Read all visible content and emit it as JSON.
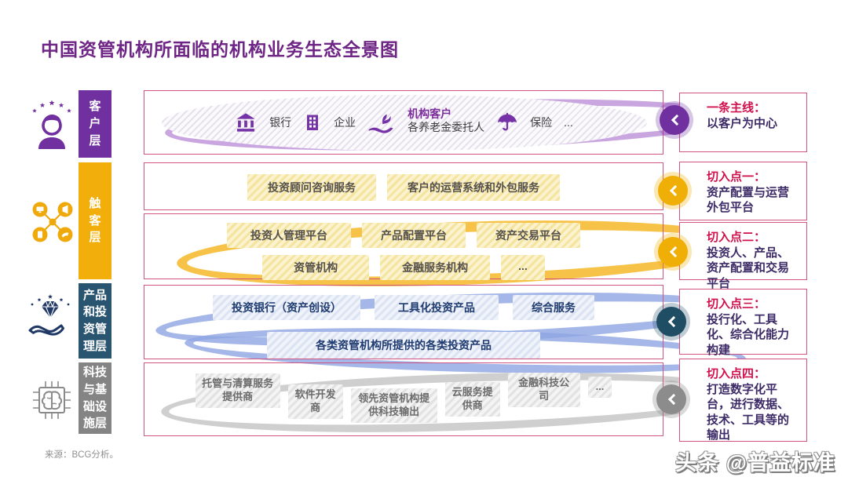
{
  "title": "中国资管机构所面临的机构业务生态全景图",
  "source": "来源：BCG分析。",
  "watermark": "头条 @普益标准",
  "colors": {
    "title_purple": "#6E2585",
    "pink_border": "#D25480",
    "layer_customer": "#7030A0",
    "layer_touch": "#F2AF0B",
    "layer_product": "#2A5570",
    "layer_tech": "#848484",
    "annotation_title_red": "#D0104C",
    "annotation_body_purple": "#3D2B67",
    "swoosh_purple": "#C9A6DF",
    "swoosh_gold": "#F6C348",
    "swoosh_blue": "#8FA5E2",
    "swoosh_gray": "#CFCFCF"
  },
  "icons": {
    "layer1": "customer-stars-icon",
    "layer2": "network-touchpoints-icon",
    "layer3": "hand-diamond-icon",
    "layer4": "brain-chip-icon",
    "bank": "bank-icon",
    "enterprise": "building-icon",
    "pension": "sprout-hand-icon",
    "insurance": "umbrella-icon",
    "arrow": "chevron-left-icon"
  },
  "layers": [
    {
      "label": "客户层"
    },
    {
      "label": "触客层"
    },
    {
      "label": "产品和投资管理层"
    },
    {
      "label": "科技与基础设施层"
    }
  ],
  "row1": {
    "group_label": "机构客户",
    "items": [
      {
        "label": "银行"
      },
      {
        "label": "企业"
      },
      {
        "label": "各养老金委托人"
      },
      {
        "label": "保险"
      },
      {
        "label": "..."
      }
    ]
  },
  "row2": {
    "items": [
      "投资顾问咨询服务",
      "客户的运营系统和外包服务"
    ]
  },
  "row3": {
    "top": [
      "投资人管理平台",
      "产品配置平台",
      "资产交易平台"
    ],
    "bottom": [
      "资管机构",
      "金融服务机构",
      "..."
    ]
  },
  "row4": {
    "top": [
      "投资银行（资产创设）",
      "工具化投资产品",
      "综合服务"
    ],
    "bottom": "各类资管机构所提供的各类投资产品"
  },
  "row5": {
    "items": [
      "托管与清算服务提供商",
      "软件开发商",
      "领先资管机构提供科技输出",
      "云服务提供商",
      "金融科技公司",
      "..."
    ]
  },
  "annotations": [
    {
      "title": "一条主线：",
      "body": "以客户为中心"
    },
    {
      "title": "切入点一：",
      "body": "资产配置与运营外包平台"
    },
    {
      "title": "切入点二：",
      "body": "投资人、产品、资产配置和交易平台"
    },
    {
      "title": "切入点三：",
      "body": "投行化、工具化、综合化能力构建"
    },
    {
      "title": "切入点四：",
      "body": "打造数字化平台，进行数据、技术、工具等的输出"
    }
  ]
}
